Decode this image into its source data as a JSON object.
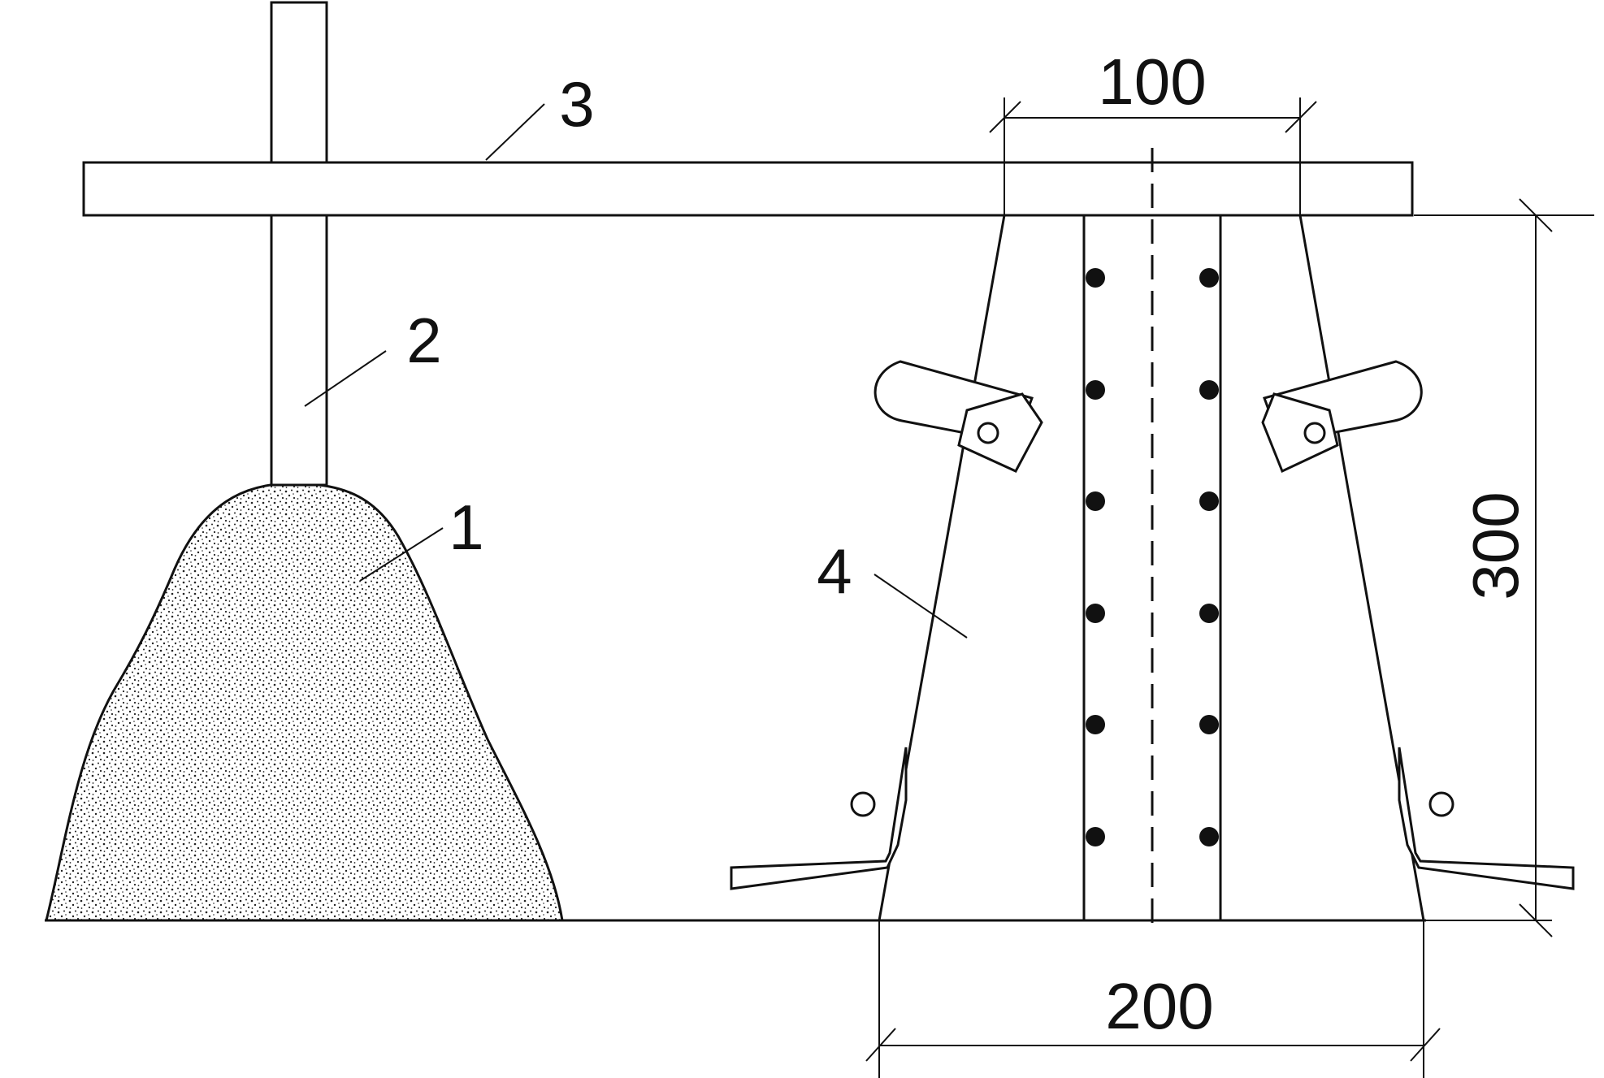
{
  "labels": {
    "part_1": "1",
    "part_2": "2",
    "part_3": "3",
    "part_4": "4"
  },
  "dimensions": {
    "top_diameter": "100",
    "bottom_diameter": "200",
    "height": "300"
  },
  "colors": {
    "ink": "#111111",
    "background": "#ffffff",
    "pile_dots": "#222222"
  }
}
